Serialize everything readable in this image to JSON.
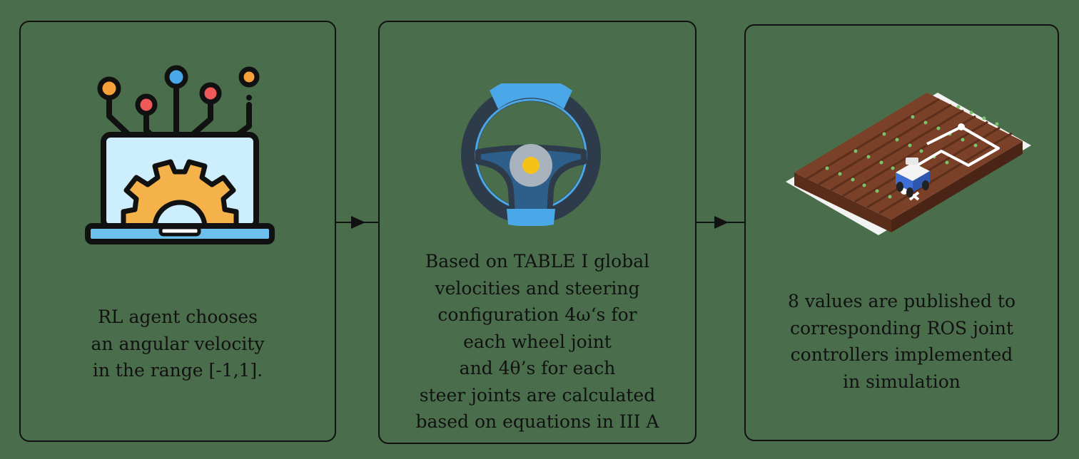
{
  "steps": [
    {
      "id": "rl-agent",
      "icon": "laptop-gear-network-icon",
      "lines": [
        "RL agent chooses",
        "an angular velocity",
        "in the range [-1,1]."
      ]
    },
    {
      "id": "steering-calc",
      "icon": "steering-wheel-icon",
      "lines": [
        "Based on TABLE I global",
        "velocities and steering",
        "configuration 4ω‘s for",
        "each wheel joint",
        "and 4θ’s  for each",
        "steer joints are calculated",
        "based on equations in III  A"
      ]
    },
    {
      "id": "ros-publish",
      "icon": "field-robot-icon",
      "lines": [
        "8 values are published to",
        "corresponding ROS joint",
        "controllers implemented",
        "in simulation"
      ]
    }
  ],
  "colors": {
    "background": "#4a6e4c",
    "border": "#111111",
    "accent_blue": "#4aa8e8",
    "accent_orange": "#f6b24a",
    "soil": "#7a4028"
  }
}
